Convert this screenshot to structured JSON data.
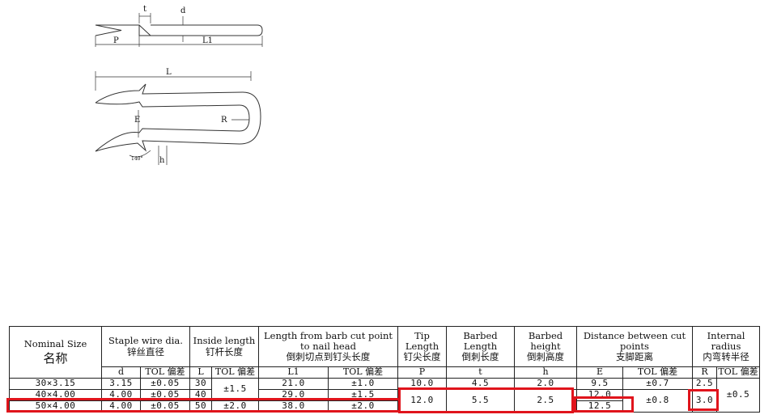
{
  "drawing": {
    "labels": {
      "t": "t",
      "d": "d",
      "p": "P",
      "l1": "L1",
      "l": "L",
      "e": "E",
      "r": "R",
      "h": "h",
      "angle": "140°"
    }
  },
  "table": {
    "headers": {
      "nominal_en": "Nominal Size",
      "nominal_zh": "名称",
      "wire_en": "Staple wire dia.",
      "wire_zh": "锌丝直径",
      "inside_en": "Inside length",
      "inside_zh": "钉杆长度",
      "barbcut_en1": "Length from barb cut point",
      "barbcut_en2": "to nail head",
      "barbcut_zh": "倒刺切点到钉头长度",
      "tip_en": "Tip Length",
      "tip_zh": "钉尖长度",
      "barblen_en": "Barbed Length",
      "barblen_zh": "倒刺长度",
      "barbh_en": "Barbed height",
      "barbh_zh": "倒刺高度",
      "dist_en": "Distance between cut points",
      "dist_zh": "支脚距离",
      "radius_en": "Internal radius",
      "radius_zh": "内弯转半径"
    },
    "subheaders": {
      "d": "d",
      "tol": "TOL 偏差",
      "L": "L",
      "L1": "L1",
      "P": "P",
      "t": "t",
      "h": "h",
      "E": "E",
      "R": "R"
    },
    "rows": [
      {
        "nominal": "30×3.15",
        "d": "3.15",
        "d_tol": "±0.05",
        "L": "30",
        "L1": "21.0",
        "L1_tol": "±1.0",
        "P": "10.0",
        "t": "4.5",
        "h": "2.0",
        "E": "9.5",
        "R": "2.5"
      },
      {
        "nominal": "40×4.00",
        "d": "4.00",
        "d_tol": "±0.05",
        "L": "40",
        "L1": "29.0",
        "L1_tol": "±1.5",
        "P": "12.0",
        "t": "5.5",
        "h": "2.5",
        "E": "12.0",
        "R": "3.0"
      },
      {
        "nominal": "50×4.00",
        "d": "4.00",
        "d_tol": "±0.05",
        "L": "50",
        "L_tol": "±2.0",
        "L1": "38.0",
        "L1_tol": "±2.0",
        "E": "12.5"
      }
    ],
    "merged": {
      "L_tol_1_2": "±1.5",
      "E_tol_1_2": "±0.7",
      "E_tol_2_3": "±0.8",
      "R_tol": "±0.5"
    }
  },
  "colors": {
    "highlight": "#e0141c",
    "line": "#222222"
  }
}
